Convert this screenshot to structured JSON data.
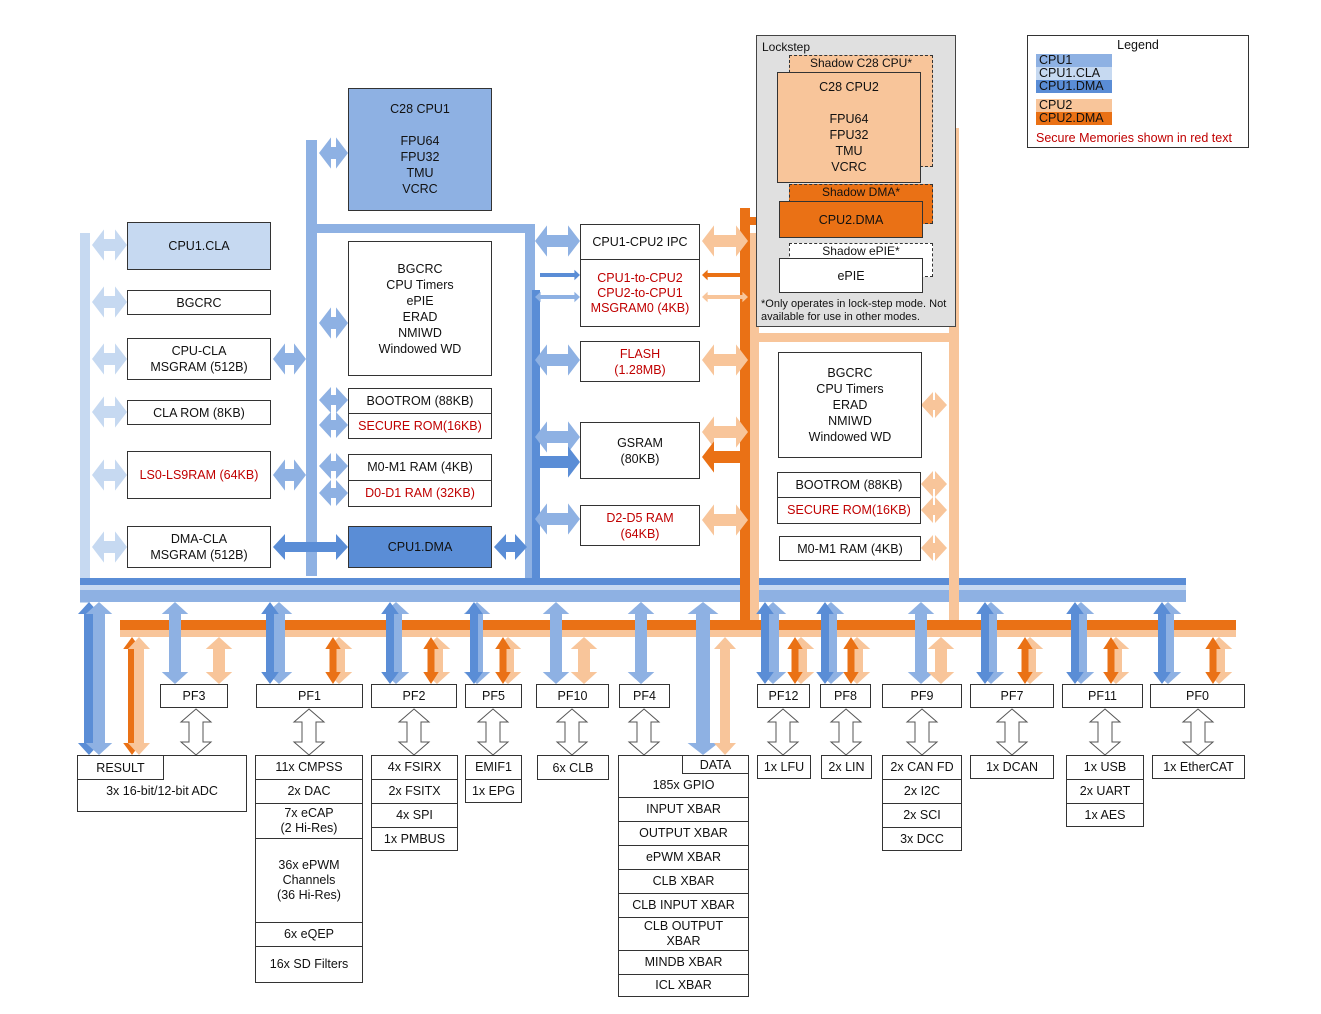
{
  "legend": {
    "title": "Legend",
    "items": [
      {
        "label": "CPU1",
        "color": "#8eb1e3"
      },
      {
        "label": "CPU1.CLA",
        "color": "#c6d9f1"
      },
      {
        "label": "CPU1.DMA",
        "color": "#5a8dd6"
      },
      {
        "label": "CPU2",
        "color": "#f8c59a"
      },
      {
        "label": "CPU2.DMA",
        "color": "#ea7115"
      }
    ],
    "note": "Secure Memories shown in red text",
    "secure_color": "#c00000"
  },
  "cpu1": {
    "core": "C28 CPU1\n\nFPU64\nFPU32\nTMU\nVCRC",
    "cla": "CPU1.CLA",
    "cla_bgcrc": "BGCRC",
    "cpu_cla_msgram": "CPU-CLA\nMSGRAM (512B)",
    "cla_rom": "CLA ROM (8KB)",
    "ls_ram": "LS0-LS9RAM (64KB)",
    "dma_cla_msgram": "DMA-CLA\nMSGRAM (512B)",
    "periph": "BGCRC\nCPU Timers\nePIE\nERAD\nNMIWD\nWindowed WD",
    "bootrom": "BOOTROM (88KB)",
    "secure_rom": "SECURE ROM(16KB)",
    "m0m1": "M0-M1 RAM (4KB)",
    "d0d1": "D0-D1 RAM (32KB)",
    "dma": "CPU1.DMA"
  },
  "shared": {
    "ipc": "CPU1-CPU2 IPC",
    "msgram": "CPU1-to-CPU2\nCPU2-to-CPU1\nMSGRAM0 (4KB)",
    "flash": "FLASH\n(1.28MB)",
    "gsram": "GSRAM\n(80KB)",
    "d2d5": "D2-D5 RAM\n(64KB)"
  },
  "lockstep": {
    "title": "Lockstep",
    "shadow_cpu": "Shadow C28 CPU*",
    "core": "C28 CPU2\n\nFPU64\nFPU32\nTMU\nVCRC",
    "shadow_dma": "Shadow DMA*",
    "dma": "CPU2.DMA",
    "shadow_epie": "Shadow ePIE*",
    "epie": "ePIE",
    "footnote": "*Only operates in lock-step mode. Not available for use in other modes."
  },
  "cpu2": {
    "periph": "BGCRC\nCPU Timers\nERAD\nNMIWD\nWindowed WD",
    "bootrom": "BOOTROM (88KB)",
    "secure_rom": "SECURE ROM(16KB)",
    "m0m1": "M0-M1 RAM (4KB)"
  },
  "frames": [
    {
      "id": "pf3",
      "label": "PF3"
    },
    {
      "id": "pf1",
      "label": "PF1"
    },
    {
      "id": "pf2",
      "label": "PF2"
    },
    {
      "id": "pf5",
      "label": "PF5"
    },
    {
      "id": "pf10",
      "label": "PF10"
    },
    {
      "id": "pf4",
      "label": "PF4"
    },
    {
      "id": "pf12",
      "label": "PF12"
    },
    {
      "id": "pf8",
      "label": "PF8"
    },
    {
      "id": "pf9",
      "label": "PF9"
    },
    {
      "id": "pf7",
      "label": "PF7"
    },
    {
      "id": "pf11",
      "label": "PF11"
    },
    {
      "id": "pf0",
      "label": "PF0"
    }
  ],
  "adc": {
    "result": "RESULT",
    "label": "3x 16-bit/12-bit ADC"
  },
  "gpio_data": "DATA",
  "peripherals": {
    "pf1": [
      "11x CMPSS",
      "2x DAC",
      "7x eCAP\n(2 Hi-Res)",
      "36x ePWM\nChannels\n(36 Hi-Res)",
      "6x eQEP",
      "16x SD Filters"
    ],
    "pf2": [
      "4x FSIRX",
      "2x FSITX",
      "4x SPI",
      "1x PMBUS"
    ],
    "pf5": [
      "EMIF1",
      "1x EPG"
    ],
    "pf10": [
      "6x CLB"
    ],
    "pf4": [
      "185x GPIO",
      "INPUT XBAR",
      "OUTPUT XBAR",
      "ePWM XBAR",
      "CLB XBAR",
      "CLB INPUT XBAR",
      "CLB OUTPUT\nXBAR",
      "MINDB XBAR",
      "ICL XBAR"
    ],
    "pf12": [
      "1x LFU"
    ],
    "pf8": [
      "2x LIN"
    ],
    "pf9": [
      "2x CAN FD",
      "2x I2C",
      "2x SCI",
      "3x DCC"
    ],
    "pf7": [
      "1x DCAN"
    ],
    "pf11": [
      "1x USB",
      "2x UART",
      "1x AES"
    ],
    "pf0": [
      "1x EtherCAT"
    ]
  }
}
